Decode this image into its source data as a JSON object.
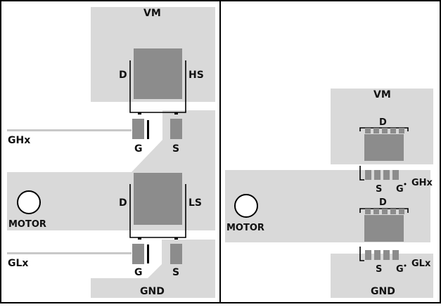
{
  "colors": {
    "copper": "#d9d9d9",
    "device": "#8c8c8c",
    "pin": "#8c8c8c",
    "outline": "#000000",
    "trace": "#c8c8c8",
    "background": "#ffffff"
  },
  "left_panel": {
    "vm_label": "VM",
    "gnd_label": "GND",
    "motor_label": "MOTOR",
    "gh_label": "GHx",
    "gl_label": "GLx",
    "high_side": {
      "drain_label": "D",
      "name_label": "HS",
      "gate_label": "G",
      "source_label": "S"
    },
    "low_side": {
      "drain_label": "D",
      "name_label": "LS",
      "gate_label": "G",
      "source_label": "S"
    }
  },
  "right_panel": {
    "vm_label": "VM",
    "gnd_label": "GND",
    "motor_label": "MOTOR",
    "gh_label": "GHx",
    "gl_label": "GLx",
    "upper_device": {
      "drain_label": "D",
      "source_label": "S",
      "gate_label": "G"
    },
    "lower_device": {
      "drain_label": "D",
      "source_label": "S",
      "gate_label": "G"
    }
  }
}
